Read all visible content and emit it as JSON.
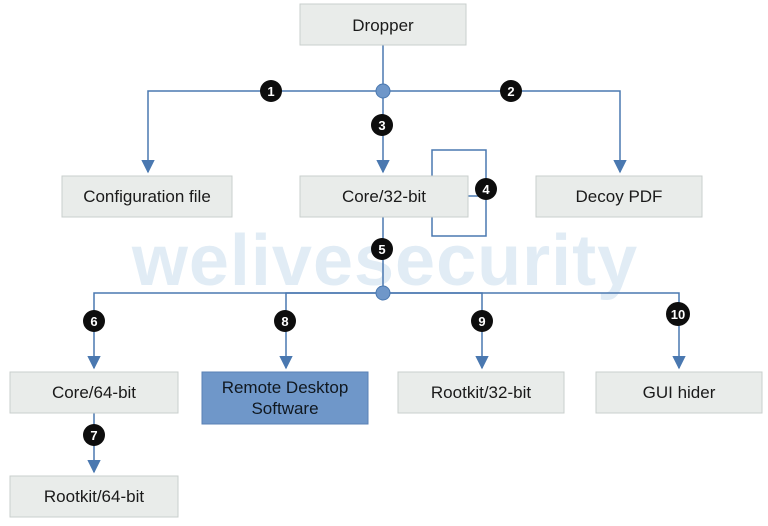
{
  "watermark": "welivesecurity",
  "colors": {
    "box_fill": "#e9ecea",
    "box_stroke": "#c9cfcd",
    "highlight_fill": "#6f97c9",
    "highlight_stroke": "#5a82b5",
    "connector": "#4a78b0",
    "junction": "#6f97c9",
    "badge": "#0d0d0d"
  },
  "nodes": {
    "dropper": "Dropper",
    "config": "Configuration file",
    "core32": "Core/32-bit",
    "decoy": "Decoy PDF",
    "core64": "Core/64-bit",
    "rdp_line1": "Remote Desktop",
    "rdp_line2": "Software",
    "rootkit32": "Rootkit/32-bit",
    "guihider": "GUI hider",
    "rootkit64": "Rootkit/64-bit"
  },
  "badges": {
    "b1": "1",
    "b2": "2",
    "b3": "3",
    "b4": "4",
    "b5": "5",
    "b6": "6",
    "b7": "7",
    "b8": "8",
    "b9": "9",
    "b10": "10"
  }
}
